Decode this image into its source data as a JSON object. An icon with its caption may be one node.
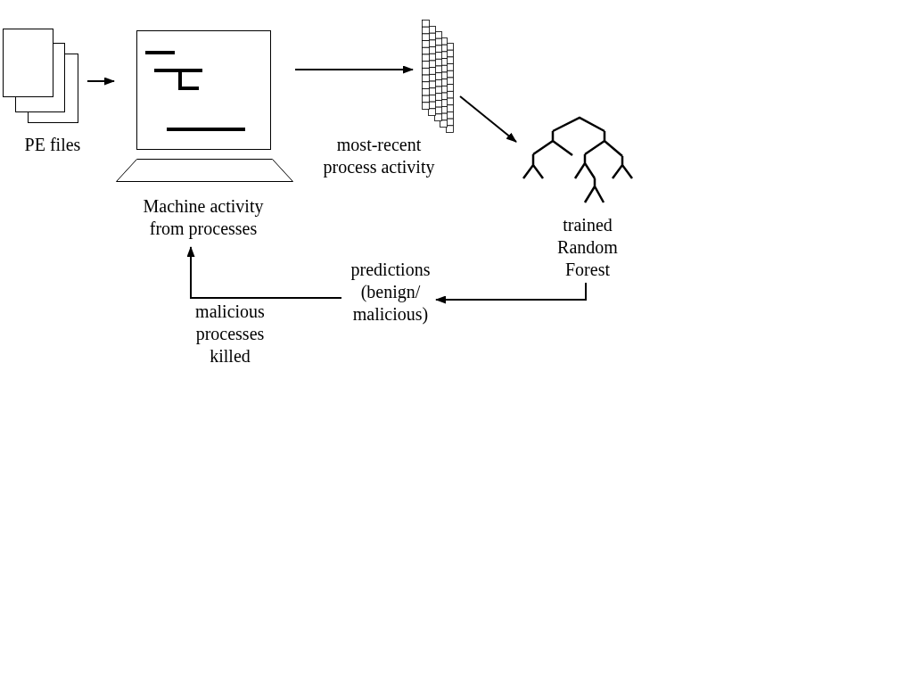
{
  "diagram": {
    "nodes": [
      {
        "text": [
          "PE files"
        ]
      },
      {
        "text": [
          "Machine activity from processes"
        ]
      },
      {
        "text": [],
        "shape": "picture",
        "beside": [
          "most-recent process activity"
        ]
      },
      {
        "text": [
          "trained Random Forest"
        ]
      },
      {
        "text": [
          "predictions (benign/ malicious)"
        ]
      }
    ],
    "edges": [
      {
        "from": 0,
        "to": 1,
        "arrow": "to"
      },
      {
        "from": 1,
        "to": 2,
        "arrow": "to"
      },
      {
        "from": 2,
        "to": 3,
        "arrow": "to"
      },
      {
        "from": 3,
        "to": 4,
        "arrow": "to"
      },
      {
        "from": 4,
        "to": 1,
        "arrow": "to",
        "label": "malicious processes killed"
      }
    ]
  }
}
